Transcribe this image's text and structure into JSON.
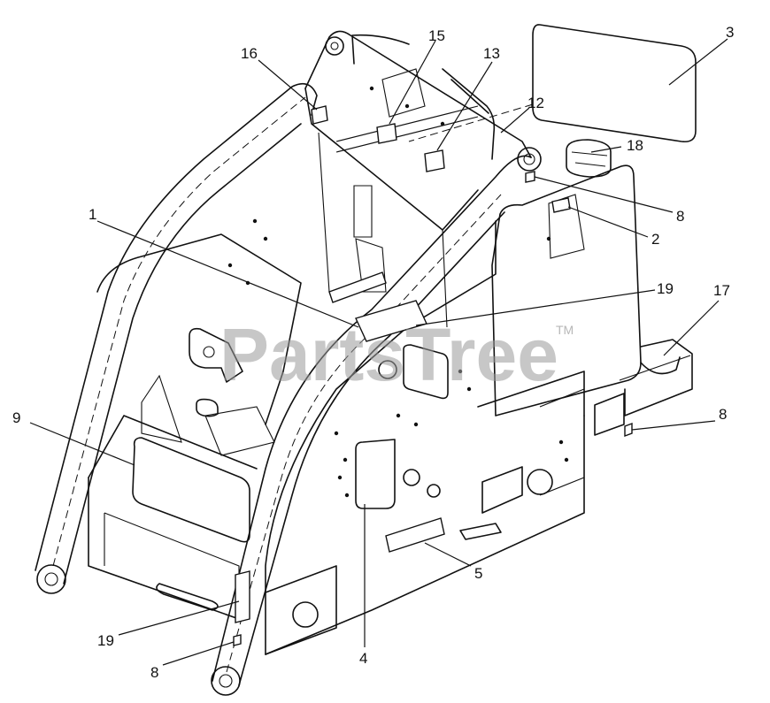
{
  "watermark": {
    "text": "PartsTree",
    "trademark": "TM"
  },
  "callouts": [
    {
      "id": "c1",
      "label": "1"
    },
    {
      "id": "c2",
      "label": "2"
    },
    {
      "id": "c3",
      "label": "3"
    },
    {
      "id": "c4",
      "label": "4"
    },
    {
      "id": "c5",
      "label": "5"
    },
    {
      "id": "c8a",
      "label": "8"
    },
    {
      "id": "c8b",
      "label": "8"
    },
    {
      "id": "c8c",
      "label": "8"
    },
    {
      "id": "c9",
      "label": "9"
    },
    {
      "id": "c12",
      "label": "12"
    },
    {
      "id": "c13",
      "label": "13"
    },
    {
      "id": "c15",
      "label": "15"
    },
    {
      "id": "c16",
      "label": "16"
    },
    {
      "id": "c17",
      "label": "17"
    },
    {
      "id": "c18",
      "label": "18"
    },
    {
      "id": "c19a",
      "label": "19"
    },
    {
      "id": "c19b",
      "label": "19"
    }
  ]
}
